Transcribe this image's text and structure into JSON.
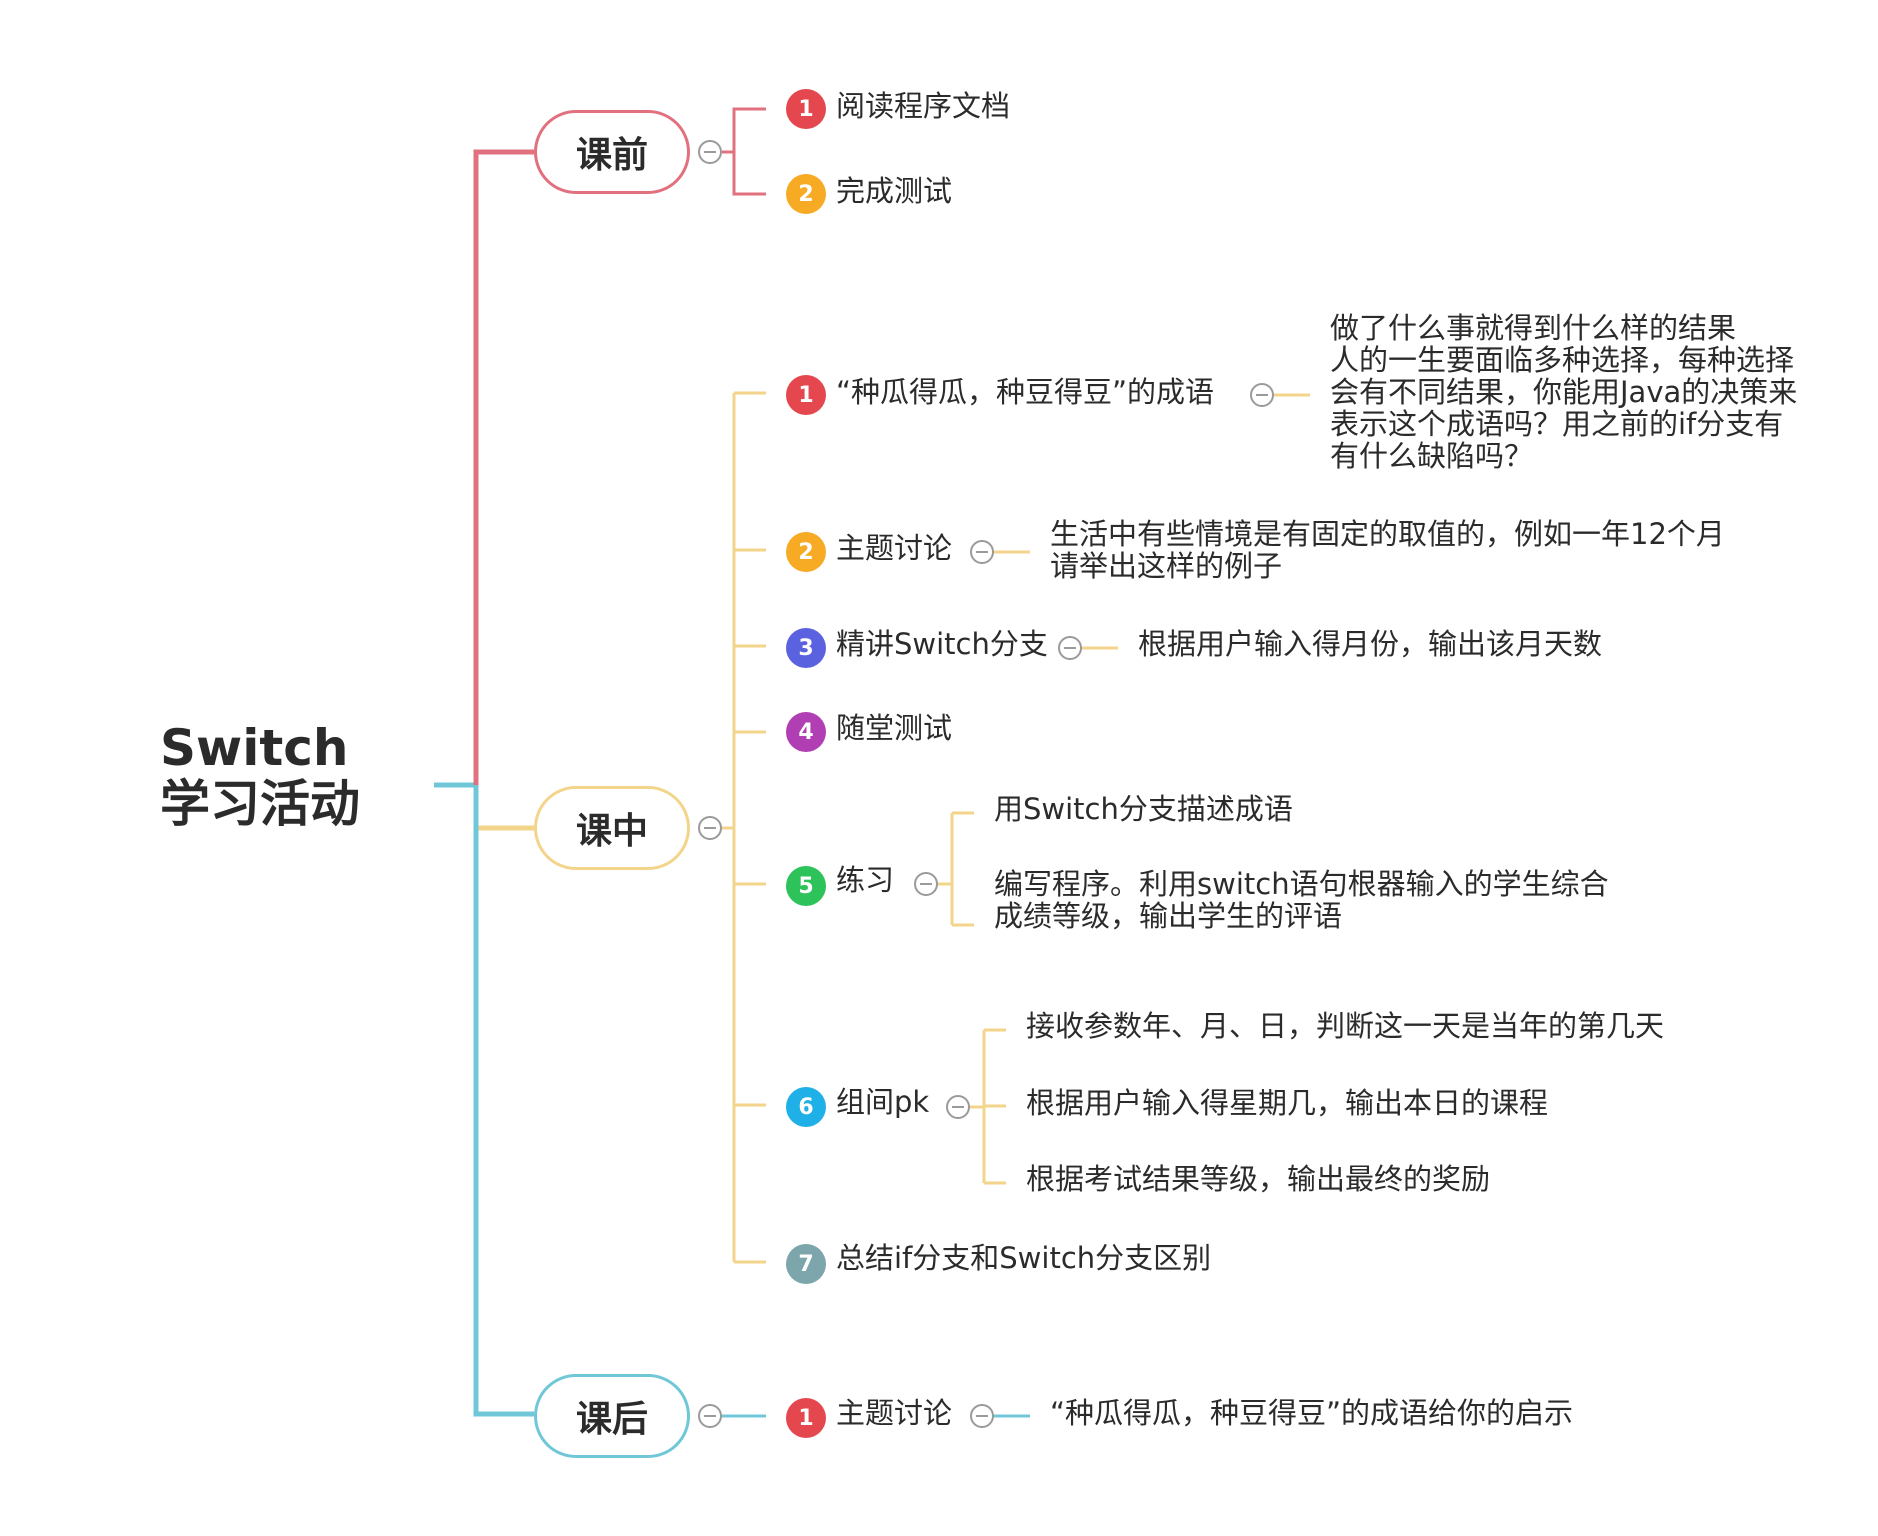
{
  "root": {
    "line1": "Switch",
    "line2": "学习活动"
  },
  "colors": {
    "before": "#e2717f",
    "during": "#f3d48b",
    "after": "#6fc7d8",
    "badge_red": "#e5474f",
    "badge_orange": "#f7ab24",
    "badge_blue": "#5a62e0",
    "badge_purple": "#b03fb4",
    "badge_green": "#2ec25a",
    "badge_cyan": "#1fb0e8",
    "badge_gray": "#7ca6ac",
    "collapse": "#9a9a9a"
  },
  "topics": [
    {
      "label": "课前",
      "items": [
        {
          "num": "1",
          "label": "阅读程序文档"
        },
        {
          "num": "2",
          "label": "完成测试"
        }
      ]
    },
    {
      "label": "课中",
      "items": [
        {
          "num": "1",
          "label": "“种瓜得瓜，种豆得豆”的成语",
          "note": [
            "做了什么事就得到什么样的结果",
            "人的一生要面临多种选择，每种选择",
            "会有不同结果，你能用Java的决策来",
            "表示这个成语吗？用之前的if分支有",
            "有什么缺陷吗？"
          ]
        },
        {
          "num": "2",
          "label": "主题讨论",
          "note": [
            "生活中有些情境是有固定的取值的，例如一年12个月",
            "请举出这样的例子"
          ]
        },
        {
          "num": "3",
          "label": "精讲Switch分支",
          "note": [
            "根据用户输入得月份，输出该月天数"
          ]
        },
        {
          "num": "4",
          "label": "随堂测试"
        },
        {
          "num": "5",
          "label": "练习",
          "subs": [
            "用Switch分支描述成语",
            "编写程序。利用switch语句根器输入的学生综合",
            "成绩等级，输出学生的评语"
          ]
        },
        {
          "num": "6",
          "label": "组间pk",
          "subs": [
            "接收参数年、月、日，判断这一天是当年的第几天",
            "根据用户输入得星期几，输出本日的课程",
            "根据考试结果等级，输出最终的奖励"
          ]
        },
        {
          "num": "7",
          "label": "总结if分支和Switch分支区别"
        }
      ]
    },
    {
      "label": "课后",
      "items": [
        {
          "num": "1",
          "label": "主题讨论",
          "note": [
            "“种瓜得瓜，种豆得豆”的成语给你的启示"
          ]
        }
      ]
    }
  ]
}
